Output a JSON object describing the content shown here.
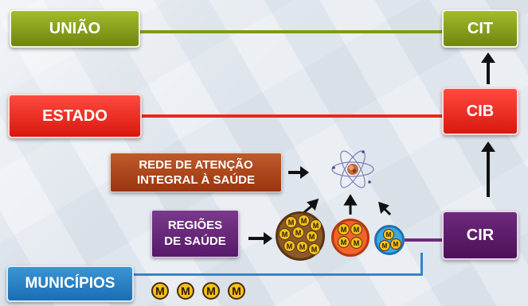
{
  "levels": {
    "uniao": "UNIÃO",
    "estado": "ESTADO",
    "municipios": "MUNICÍPIOS"
  },
  "commissions": {
    "cit": "CIT",
    "cib": "CIB",
    "cir": "CIR"
  },
  "rede": {
    "line1": "REDE DE ATENÇÃO",
    "line2": "INTEGRAL À SAÚDE"
  },
  "regioes": {
    "line1": "REGIÕES",
    "line2": "DE SAÚDE"
  },
  "municipio_badge": "M",
  "colors": {
    "uniao": "#8aa21e",
    "estado": "#f02a20",
    "municipios": "#2a86cc",
    "cir": "#5e1c6d",
    "rede": "#ad4618",
    "regioes": "#6a2a7c"
  },
  "icons": [
    "atom-icon",
    "arrow-icon"
  ]
}
